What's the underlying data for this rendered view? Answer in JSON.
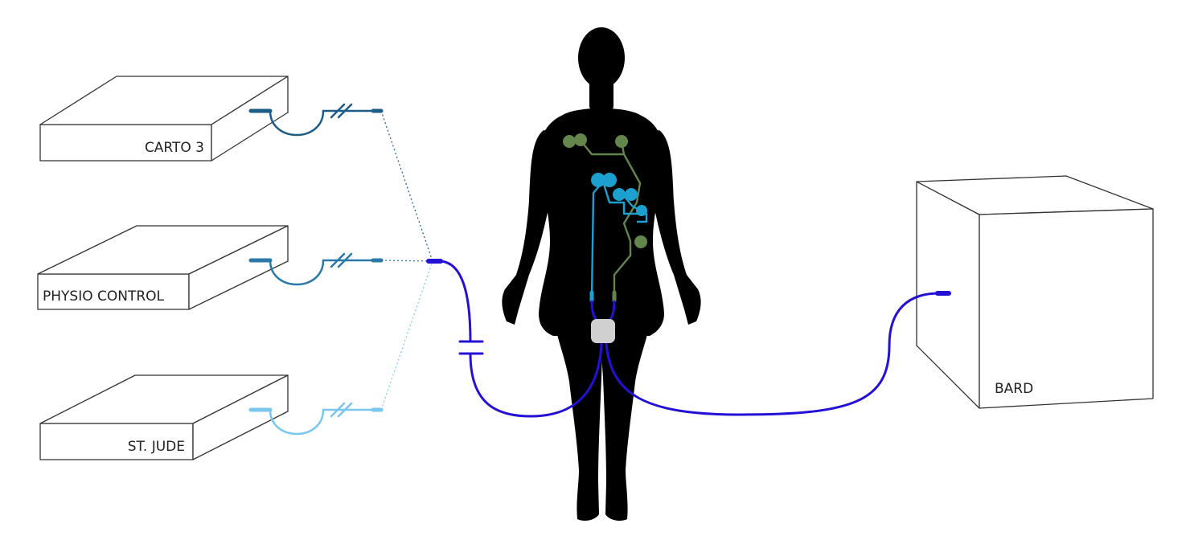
{
  "devices": {
    "carto": {
      "label": "CARTO 3"
    },
    "physio": {
      "label": "PHYSIO CONTROL"
    },
    "stjude": {
      "label": "ST. JUDE"
    },
    "bard": {
      "label": "BARD"
    }
  },
  "colors": {
    "carto_cable": "#1d5c86",
    "physio_cable": "#2a78a8",
    "stjude_cable": "#79c6ee",
    "main_cable": "#2411d6",
    "electrodes_chest": "#64864c",
    "electrodes_heart": "#1ba0cf",
    "silhouette": "#000000",
    "hub": "#d0d0d0"
  },
  "icons": {
    "figure": "human-silhouette-icon",
    "hub": "connector-hub-icon"
  }
}
